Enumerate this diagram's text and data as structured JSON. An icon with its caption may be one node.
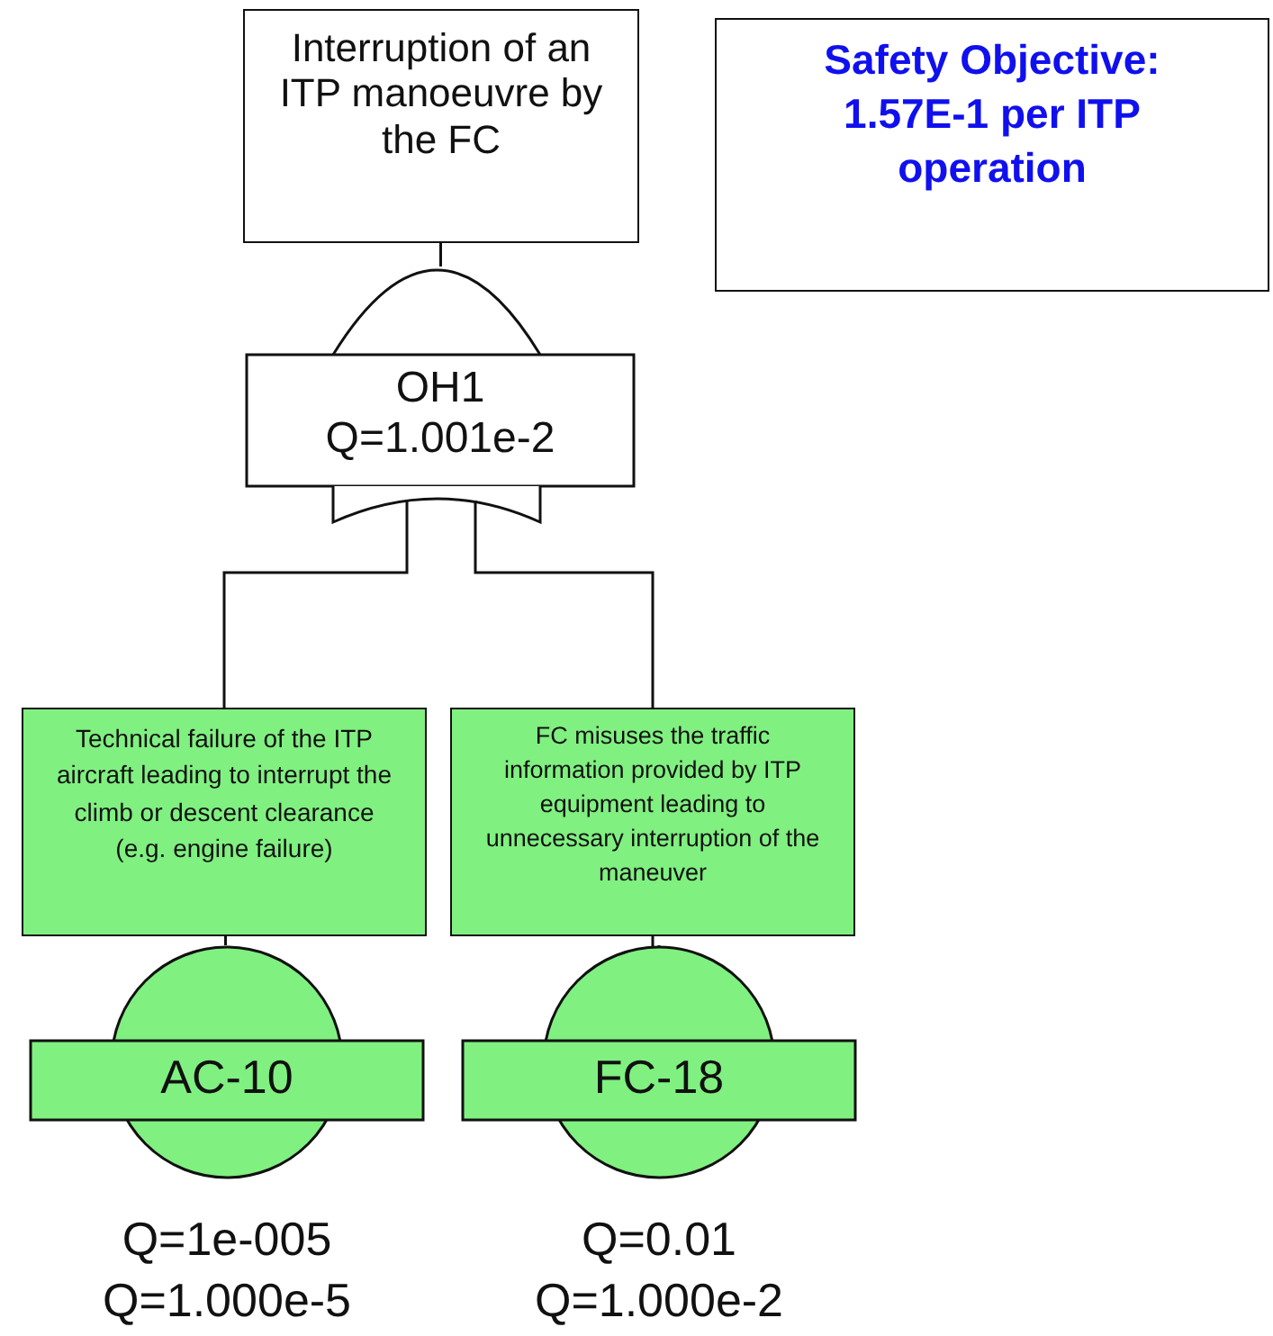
{
  "diagram": {
    "nodes": [
      {
        "text": [
          "Interruption of an ITP manoeuvre by the FC"
        ]
      },
      {
        "text": [
          "Safety Objective: 1.57E-1 per ITP operation"
        ]
      },
      {
        "text": [
          "OH1",
          "Q=1.001e-2"
        ]
      },
      {
        "text": [
          "Technical failure of the ITP aircraft leading to interrupt the climb or descent clearance (e.g. engine failure)"
        ]
      },
      {
        "text": [
          "FC misuses the traffic information provided by ITP equipment leading to unnecessary interruption of the maneuver"
        ]
      },
      {
        "text": [
          "AC-10"
        ],
        "beside": [
          "Q=1e-005",
          "Q=1.000e-5"
        ]
      },
      {
        "text": [
          "FC-18"
        ],
        "beside": [
          "Q=0.01",
          "Q=1.000e-2"
        ]
      }
    ],
    "edges": [
      {
        "from": 0,
        "to": 2,
        "arrow": "none"
      },
      {
        "from": 2,
        "to": 3,
        "arrow": "none"
      },
      {
        "from": 2,
        "to": 4,
        "arrow": "none"
      },
      {
        "from": 3,
        "to": 5,
        "arrow": "none"
      },
      {
        "from": 4,
        "to": 6,
        "arrow": "none"
      }
    ]
  }
}
